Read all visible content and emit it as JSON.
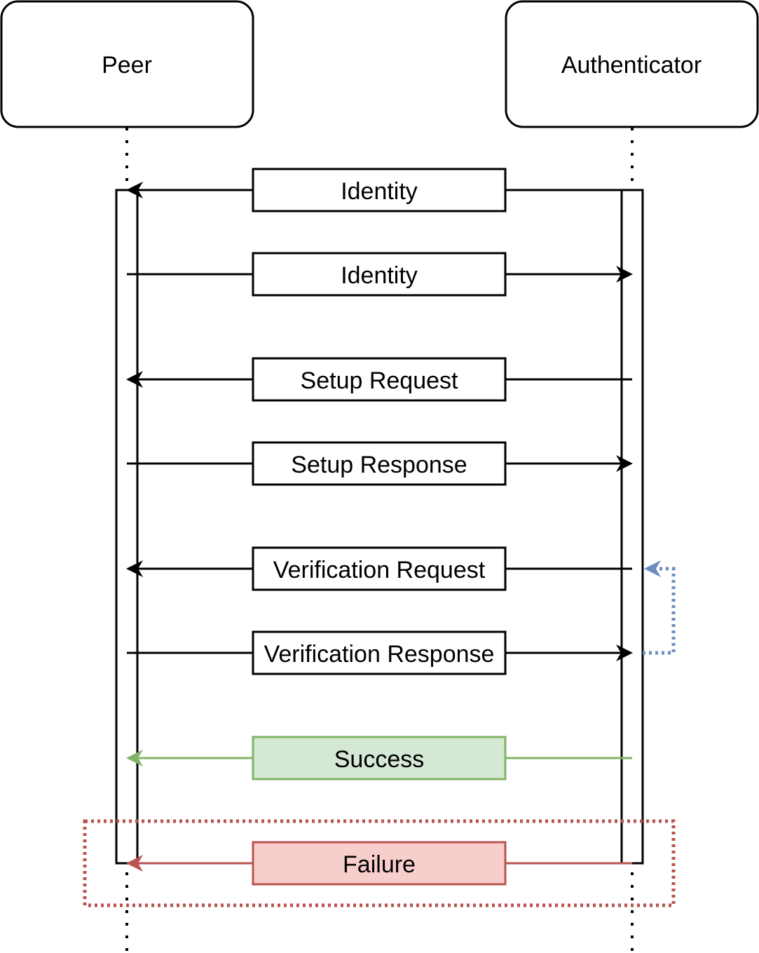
{
  "actors": {
    "peer": {
      "label": "Peer"
    },
    "authenticator": {
      "label": "Authenticator"
    }
  },
  "messages": [
    {
      "label": "Identity",
      "direction": "to-peer",
      "style": "default"
    },
    {
      "label": "Identity",
      "direction": "to-authenticator",
      "style": "default"
    },
    {
      "label": "Setup Request",
      "direction": "to-peer",
      "style": "default"
    },
    {
      "label": "Setup Response",
      "direction": "to-authenticator",
      "style": "default"
    },
    {
      "label": "Verification Request",
      "direction": "to-peer",
      "style": "default"
    },
    {
      "label": "Verification Response",
      "direction": "to-authenticator",
      "style": "default"
    },
    {
      "label": "Success",
      "direction": "to-peer",
      "style": "success"
    },
    {
      "label": "Failure",
      "direction": "to-peer",
      "style": "failure"
    }
  ],
  "colors": {
    "default_line": "#000000",
    "default_fill": "#ffffff",
    "success_line": "#82b366",
    "success_fill": "#d5e8d4",
    "failure_line": "#b85450",
    "failure_fill": "#f8cecc",
    "loop_arrow": "#6c8ebf"
  }
}
